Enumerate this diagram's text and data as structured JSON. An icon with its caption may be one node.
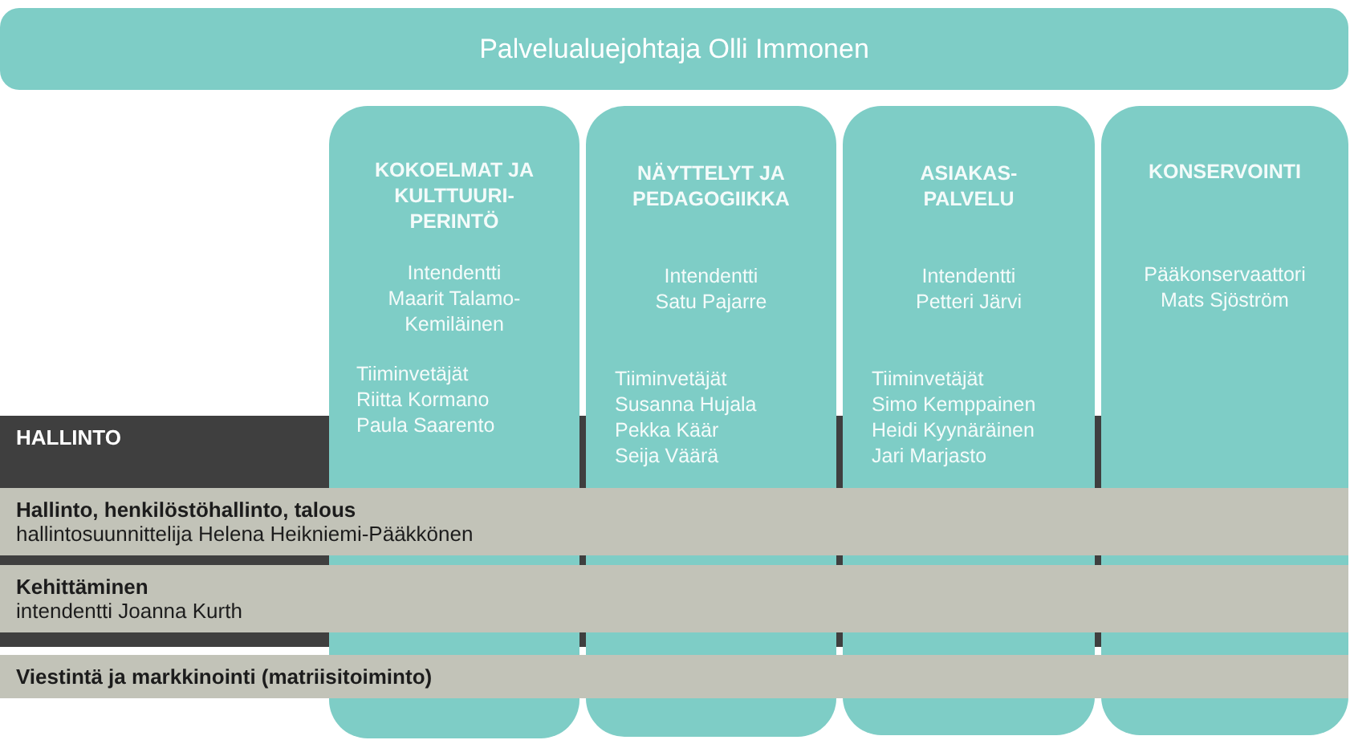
{
  "diagram": {
    "nodes": [
      {
        "text": [
          "Palvelualuejohtaja Olli Immonen"
        ]
      },
      {
        "text": [
          "KOKOELMAT JA KULTTUURI-PERINTÖ",
          "Intendentti",
          "Maarit Talamo-Kemiläinen",
          "Tiiminvetäjät",
          "Riitta Kormano",
          "Paula Saarento"
        ]
      },
      {
        "text": [
          "NÄYTTELYT JA PEDAGOGIIKKA",
          "Intendentti",
          "Satu Pajarre",
          "Tiiminvetäjät",
          "Susanna Hujala",
          "Pekka Käär",
          "Seija Väärä"
        ]
      },
      {
        "text": [
          "ASIAKAS-PALVELU",
          "Intendentti",
          "Petteri Järvi",
          "Tiiminvetäjät",
          "Simo Kemppainen",
          "Heidi Kyynäräinen",
          "Jari Marjasto"
        ]
      },
      {
        "text": [
          "KONSERVOINTI",
          "Pääkonservaattori",
          "Mats Sjöström"
        ]
      },
      {
        "text": [
          "HALLINTO"
        ]
      },
      {
        "text": [
          "Hallinto, henkilöstöhallinto, talous",
          "hallintosuunnittelija Helena Heikniemi-Pääkkönen"
        ],
        "in": 5
      },
      {
        "text": [
          "Kehittäminen",
          "intendentti Joanna Kurth"
        ],
        "in": 5
      },
      {
        "text": [
          "Viestintä ja markkinointi (matriisitoiminto)"
        ]
      }
    ]
  }
}
